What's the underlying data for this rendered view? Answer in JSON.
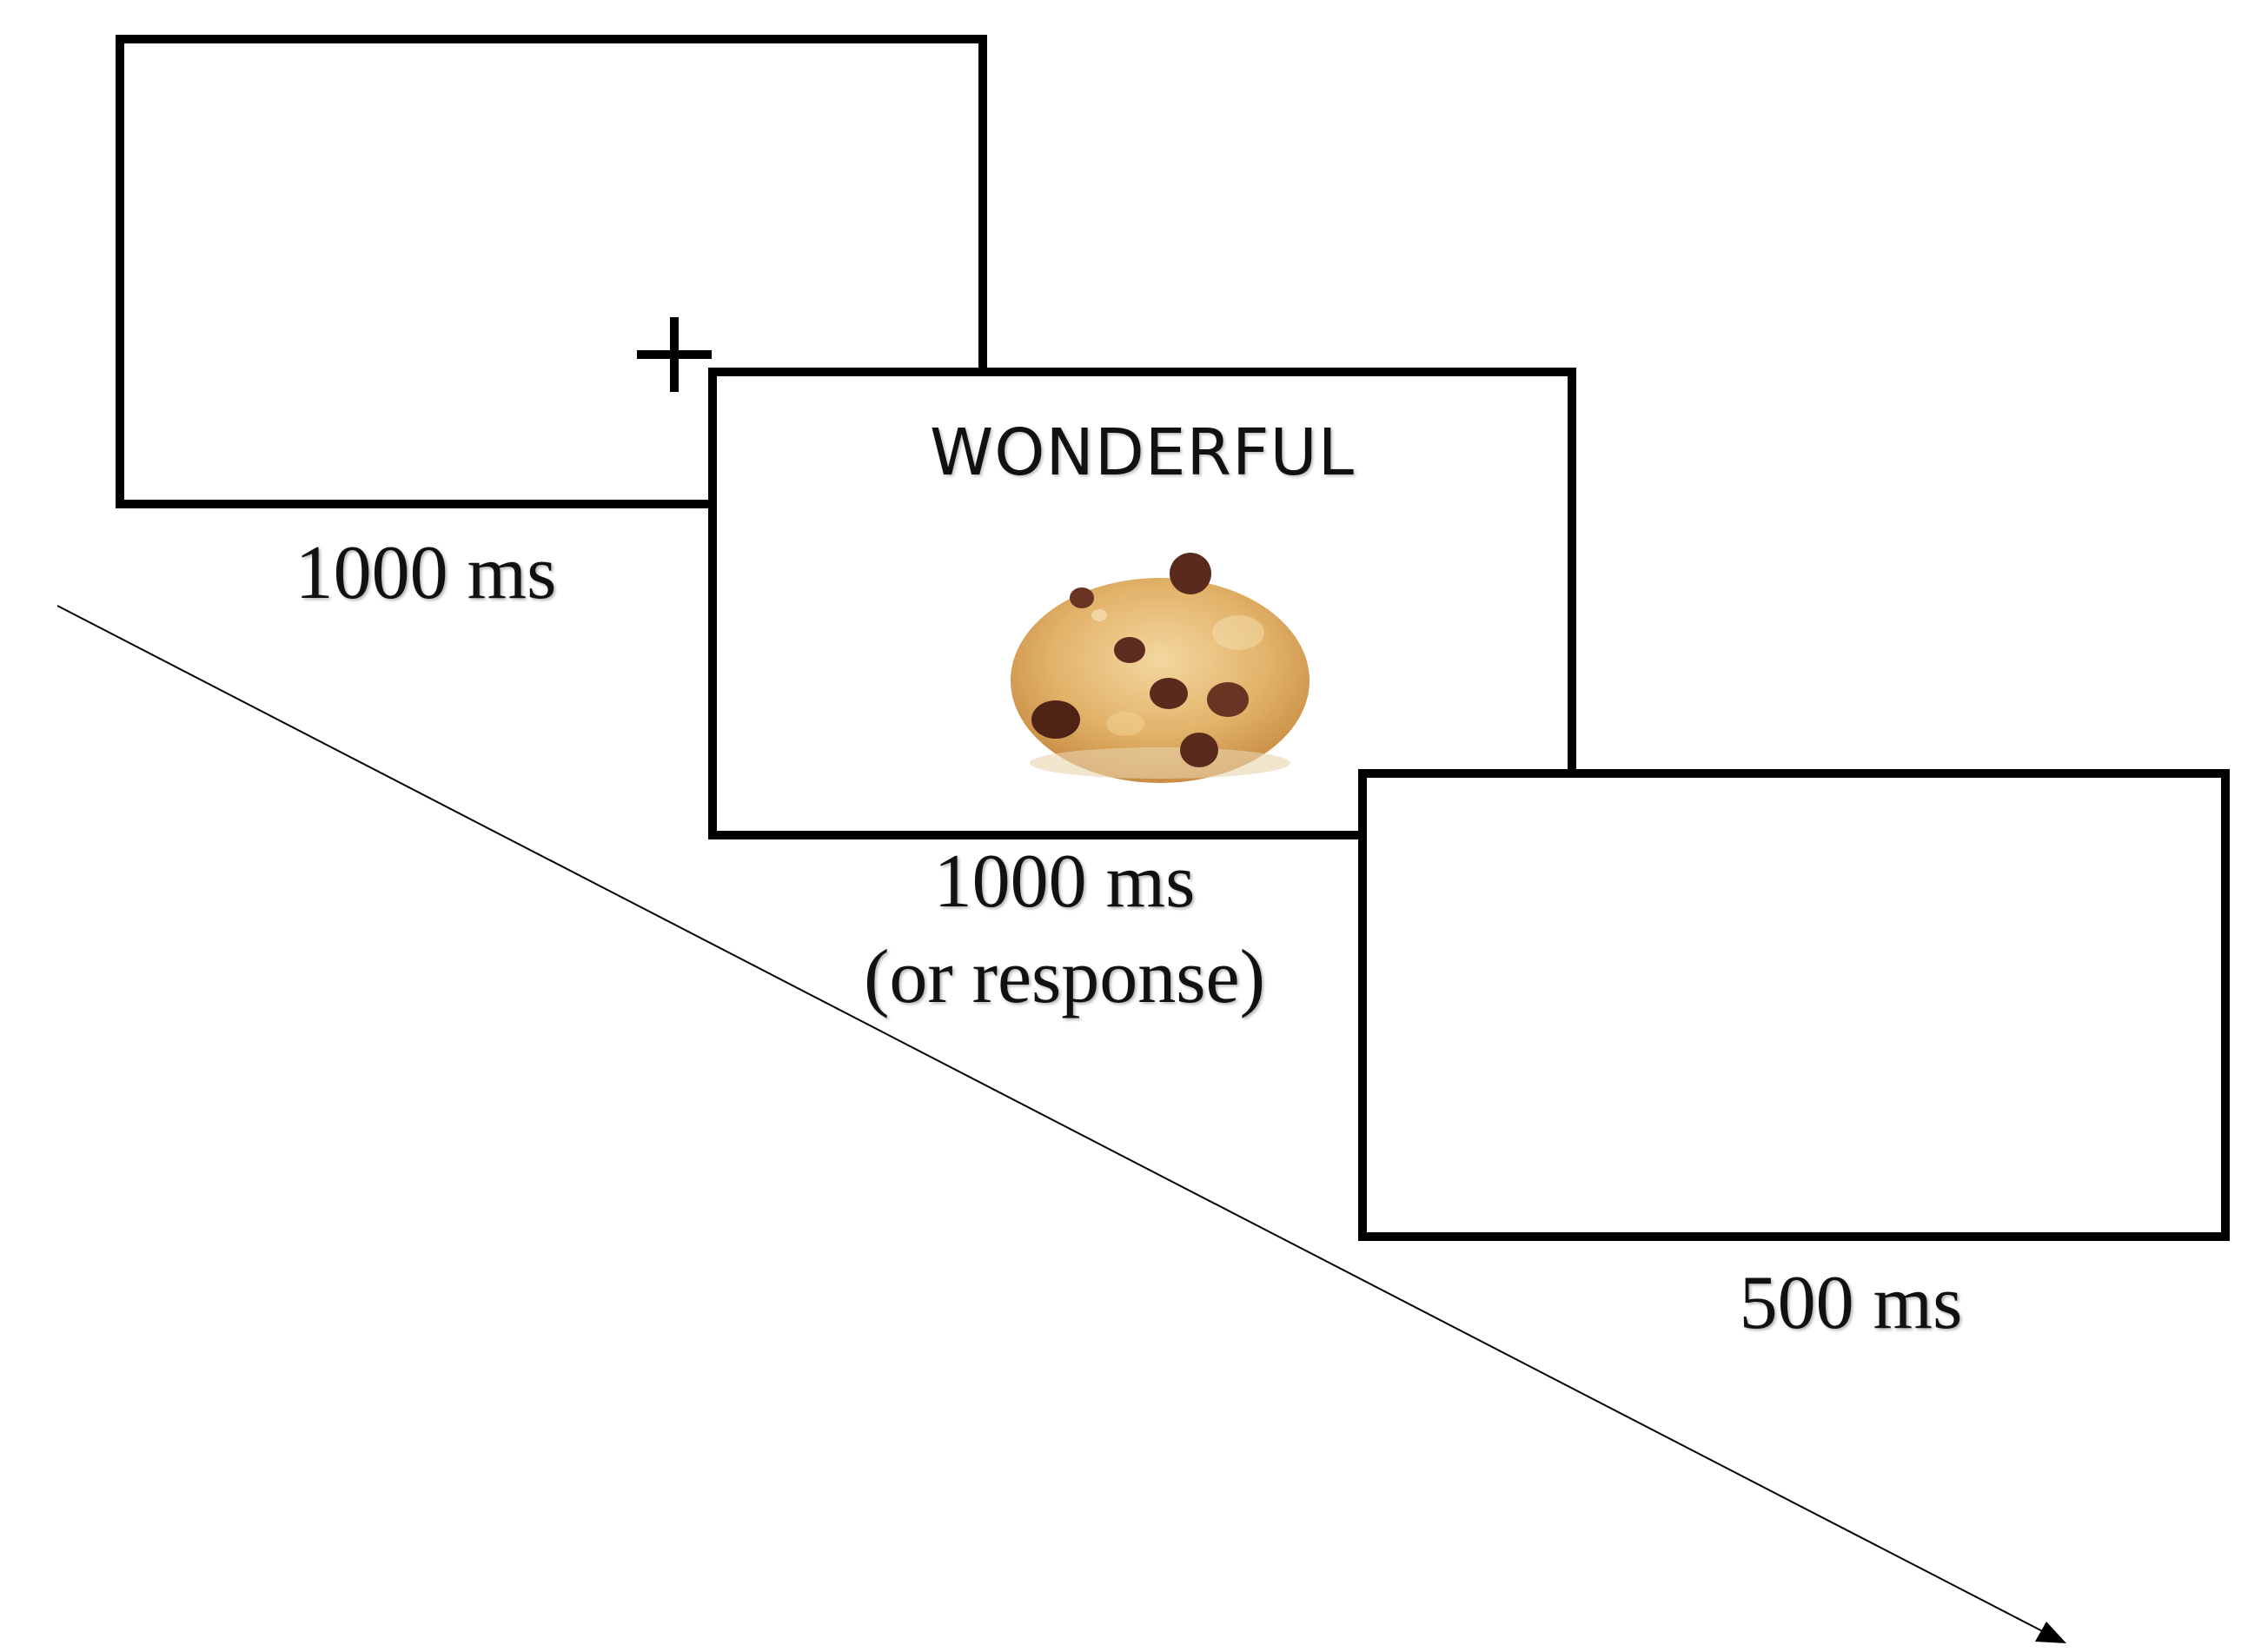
{
  "screens": {
    "fixation": {
      "symbol": "+",
      "duration": "1000 ms"
    },
    "stimulus": {
      "word": "WONDERFUL",
      "image": "cookie",
      "duration_line1": "1000 ms",
      "duration_line2": "(or response)"
    },
    "blank": {
      "duration": "500 ms"
    }
  },
  "colors": {
    "border": "#000000",
    "background": "#ffffff",
    "text": "#111111"
  }
}
